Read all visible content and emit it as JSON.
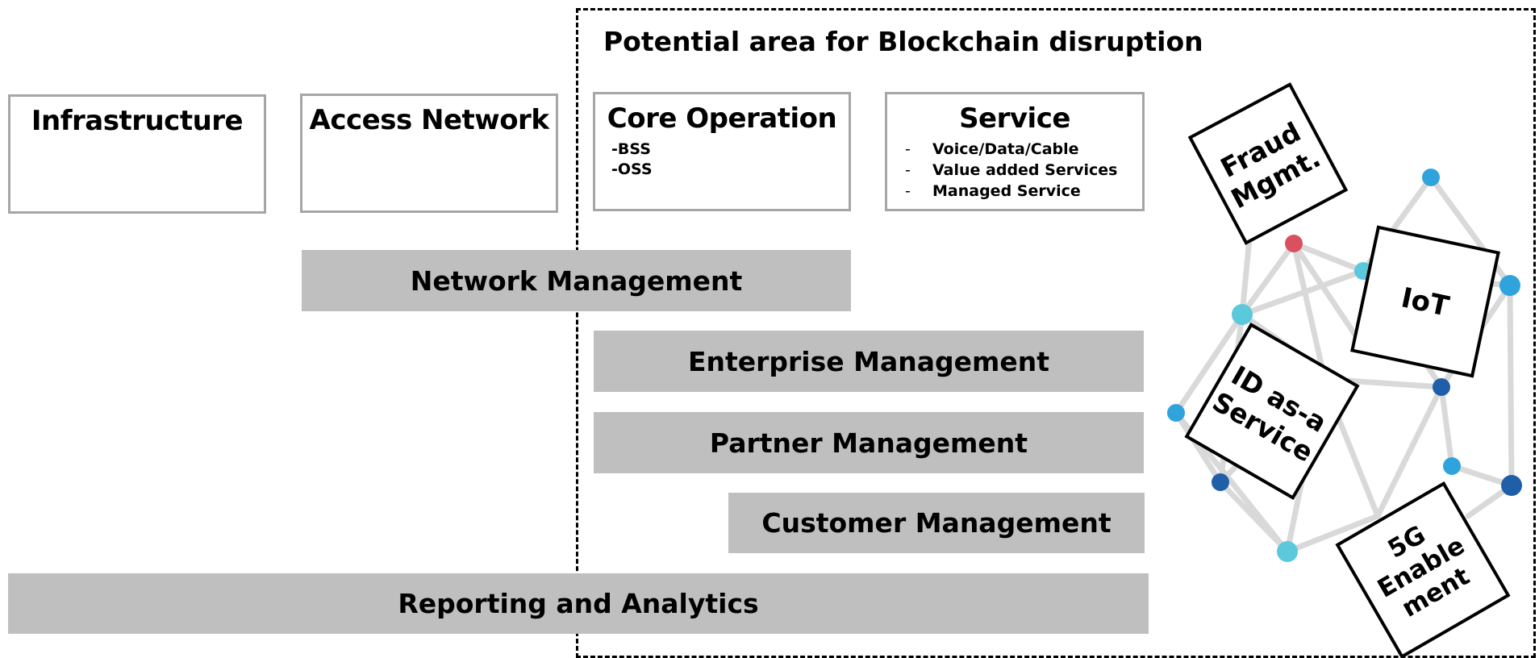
{
  "area_title": "Potential area for Blockchain disruption",
  "boxes": {
    "infrastructure": "Infrastructure",
    "access_network": "Access Network",
    "core_operation": {
      "title": "Core Operation",
      "items": [
        "-BSS",
        "-OSS"
      ]
    },
    "service": {
      "title": "Service",
      "items": [
        "Voice/Data/Cable",
        "Value added Services",
        "Managed Service"
      ],
      "bullet": "-"
    }
  },
  "bars": {
    "network_management": "Network Management",
    "enterprise_management": "Enterprise Management",
    "partner_management": "Partner Management",
    "customer_management": "Customer Management",
    "reporting_analytics": "Reporting and Analytics"
  },
  "tiles": {
    "fraud": [
      "Fraud",
      "Mgmt."
    ],
    "iot": [
      "IoT"
    ],
    "id_service": [
      "ID as-a",
      "Service"
    ],
    "fiveg": [
      "5G",
      "Enable",
      "ment"
    ]
  },
  "colors": {
    "box_border": "#a6a6a6",
    "bar_fill": "#bfbfbf",
    "network_line": "#d9d9d9",
    "node_light_blue": "#5bc8dc",
    "node_mid_blue": "#2fa3dc",
    "node_dark_blue": "#1f5fa8",
    "node_red": "#d9505f"
  }
}
